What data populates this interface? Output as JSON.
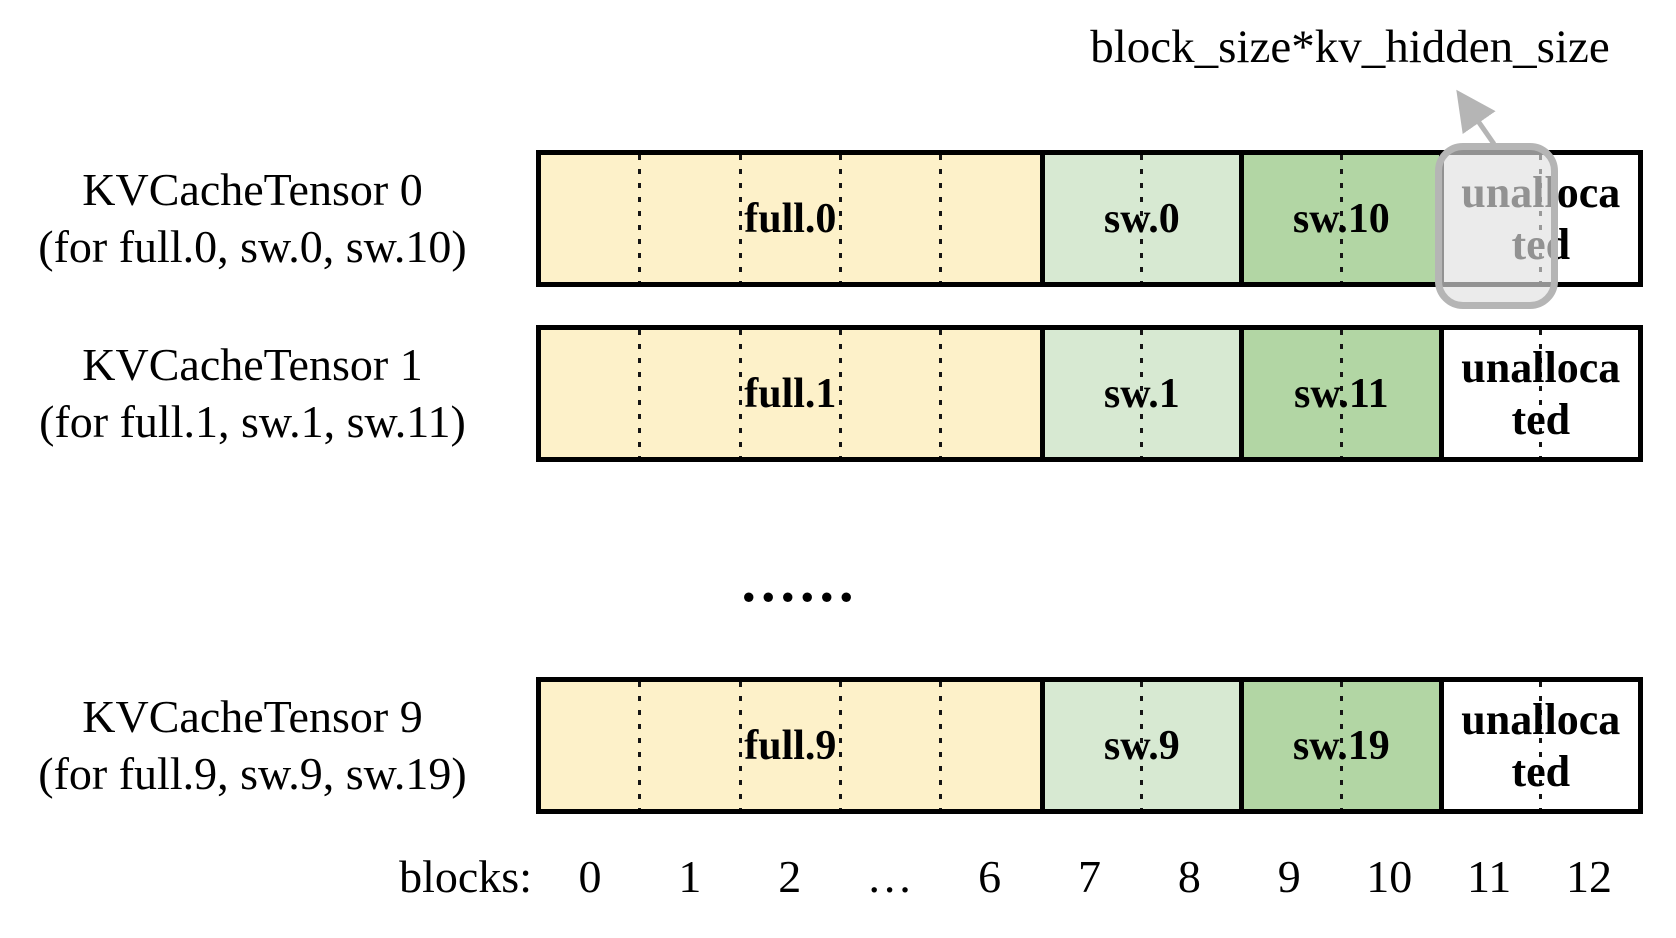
{
  "annotation": {
    "label": "block_size*kv_hidden_size"
  },
  "ellipsis": "......",
  "rows": [
    {
      "title": "KVCacheTensor 0",
      "subtitle": "(for full.0, sw.0, sw.10)",
      "full_label": "full.0",
      "sw_low_label": "sw.0",
      "sw_high_label": "sw.10",
      "unallocated_lines": [
        "unalloca",
        "ted"
      ]
    },
    {
      "title": "KVCacheTensor 1",
      "subtitle": "(for full.1, sw.1, sw.11)",
      "full_label": "full.1",
      "sw_low_label": "sw.1",
      "sw_high_label": "sw.11",
      "unallocated_lines": [
        "unalloca",
        "ted"
      ]
    },
    {
      "title": "KVCacheTensor 9",
      "subtitle": "(for full.9, sw.9, sw.19)",
      "full_label": "full.9",
      "sw_low_label": "sw.9",
      "sw_high_label": "sw.19",
      "unallocated_lines": [
        "unalloca",
        "ted"
      ]
    }
  ],
  "axis": {
    "label": "blocks:",
    "ticks": [
      "0",
      "1",
      "2",
      "…",
      "6",
      "7",
      "8",
      "9",
      "10",
      "11",
      "12"
    ]
  },
  "colors": {
    "full": "#fdf1c9",
    "sw_low": "#d7e9d2",
    "sw_high": "#b2d6a4",
    "unallocated": "#ffffff",
    "highlight_fill": "rgba(224,224,224,0.65)",
    "highlight_border": "#b5b5b5",
    "arrow": "#b5b5b5"
  }
}
